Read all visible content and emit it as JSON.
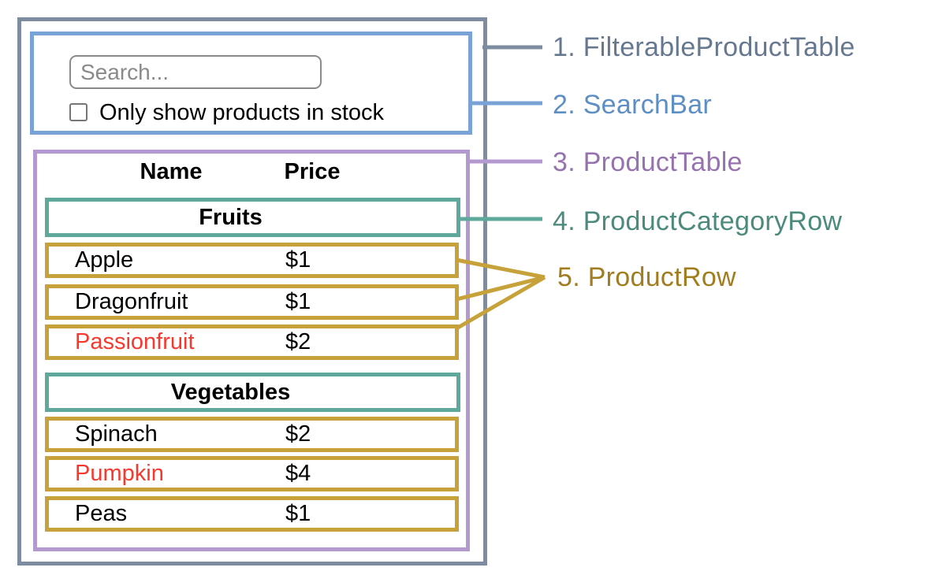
{
  "search_bar": {
    "placeholder": "Search...",
    "checkbox_label": "Only show products in stock",
    "checkbox_checked": false
  },
  "table": {
    "headers": {
      "name": "Name",
      "price": "Price"
    },
    "sections": [
      {
        "category": "Fruits",
        "rows": [
          {
            "name": "Apple",
            "price": "$1",
            "out_of_stock": false
          },
          {
            "name": "Dragonfruit",
            "price": "$1",
            "out_of_stock": false
          },
          {
            "name": "Passionfruit",
            "price": "$2",
            "out_of_stock": true
          }
        ]
      },
      {
        "category": "Vegetables",
        "rows": [
          {
            "name": "Spinach",
            "price": "$2",
            "out_of_stock": false
          },
          {
            "name": "Pumpkin",
            "price": "$4",
            "out_of_stock": true
          },
          {
            "name": "Peas",
            "price": "$1",
            "out_of_stock": false
          }
        ]
      }
    ]
  },
  "legend": [
    {
      "label": "1. FilterableProductTable",
      "color": "#66788f"
    },
    {
      "label": "2. SearchBar",
      "color": "#5e8fc4"
    },
    {
      "label": "3. ProductTable",
      "color": "#9673ae"
    },
    {
      "label": "4. ProductCategoryRow",
      "color": "#4b8a7c"
    },
    {
      "label": "5. ProductRow",
      "color": "#a17d20"
    }
  ],
  "colors": {
    "filterable_product_table_border": "#7e8ca2",
    "search_bar_border": "#79a3d7",
    "product_table_border": "#b499d1",
    "product_category_row_border": "#5ea99b",
    "product_row_border": "#c7a13a",
    "out_of_stock_text": "#f6392e"
  }
}
